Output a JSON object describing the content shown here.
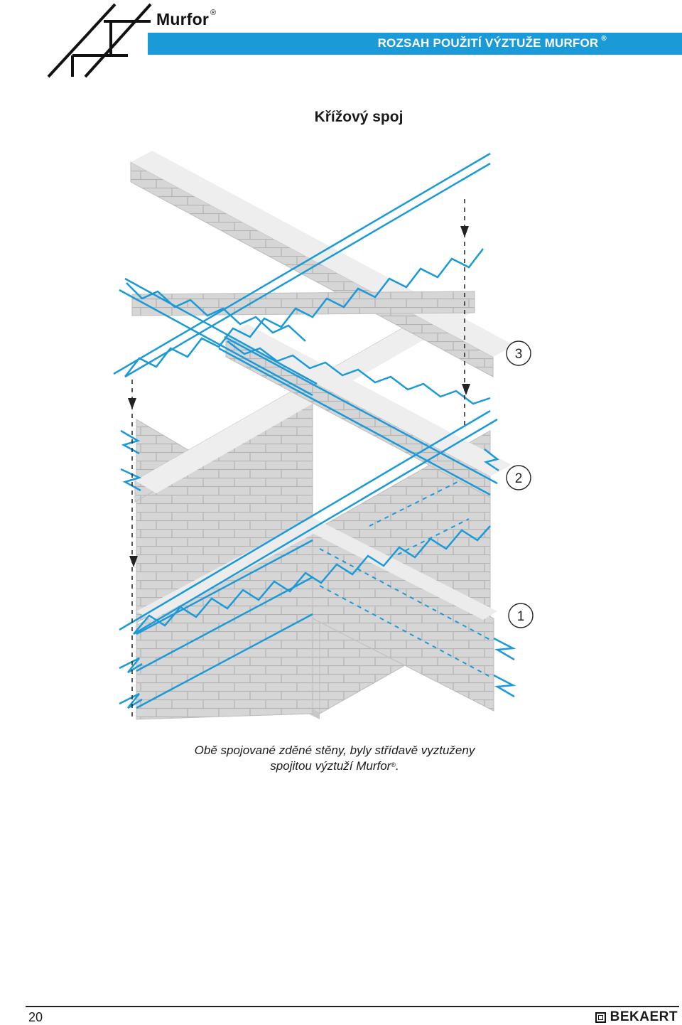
{
  "header": {
    "brand": "Murfor",
    "brand_mark": "®",
    "banner_title": "ROZSAH POUŽITÍ VÝZTUŽE MURFOR",
    "banner_mark": "®",
    "accent_color": "#1a9ad6"
  },
  "figure": {
    "title": "Křížový spoj",
    "callouts": [
      "3",
      "2",
      "1"
    ],
    "wall_color": "#d4d4d4",
    "reinforcement_color": "#1a9ad6"
  },
  "caption": {
    "line1": "Obě spojované zděné stěny, byly střídavě vyztuženy",
    "line2": "spojitou výztuží Murfor",
    "mark": "®",
    "end": "."
  },
  "footer": {
    "page_number": "20",
    "company": "BEKAERT"
  }
}
